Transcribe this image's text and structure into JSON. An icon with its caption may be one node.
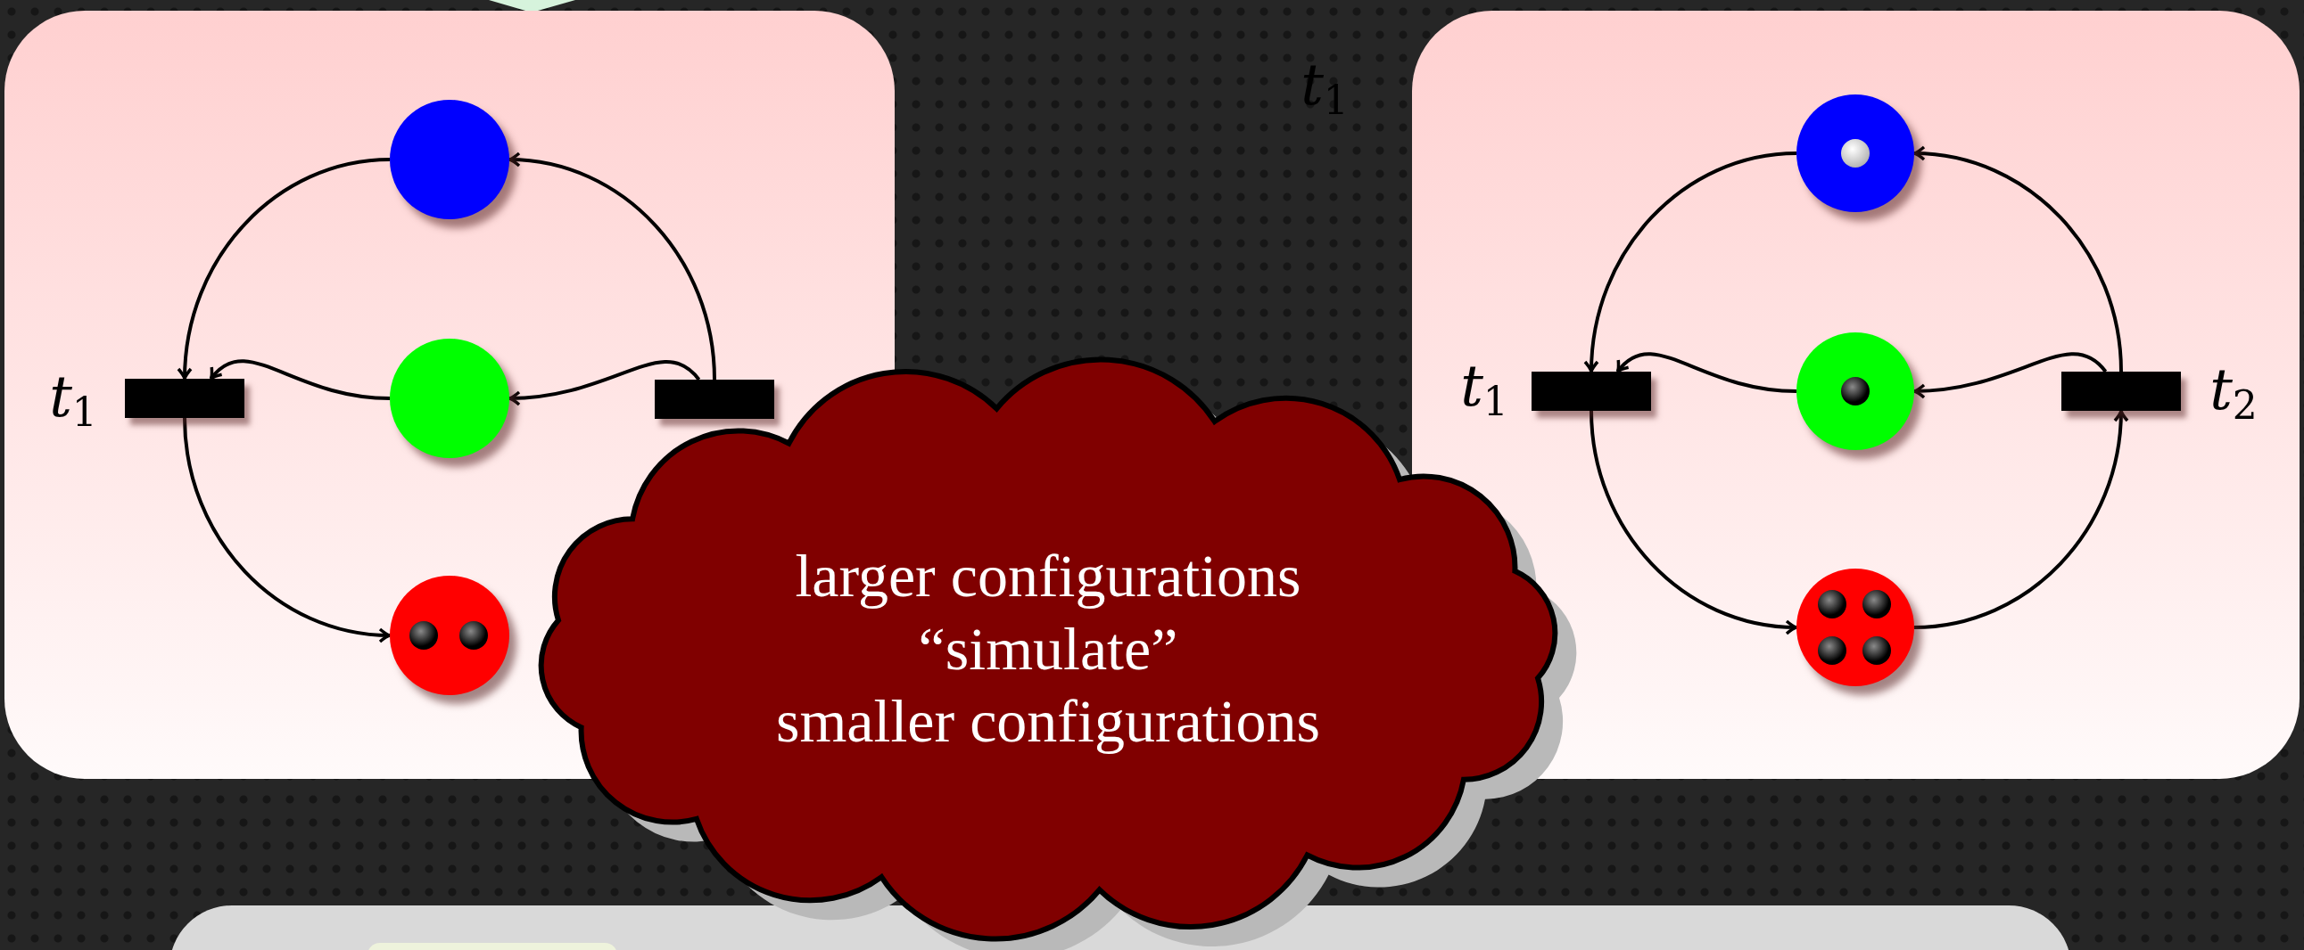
{
  "diagram": {
    "nodes": [
      {
        "text": [],
        "shape": "box"
      },
      {
        "text": [],
        "shape": "circle",
        "in": 0
      },
      {
        "text": [],
        "shape": "circle",
        "in": 0
      },
      {
        "text": [],
        "shape": "circle",
        "in": 0
      },
      {
        "text": [],
        "shape": "bar",
        "in": 0,
        "beside": [
          "*t*$_{1}$"
        ]
      },
      {
        "text": [],
        "shape": "bar",
        "in": 0
      },
      {
        "text": [],
        "shape": "box"
      },
      {
        "text": [],
        "shape": "circle",
        "in": 6
      },
      {
        "text": [],
        "shape": "circle",
        "in": 6
      },
      {
        "text": [],
        "shape": "circle",
        "in": 6
      },
      {
        "text": [],
        "shape": "bar",
        "in": 6,
        "beside": [
          "*t*$_{1}$"
        ]
      },
      {
        "text": [],
        "shape": "bar",
        "in": 6,
        "beside": [
          "*t*$_{2}$"
        ]
      },
      {
        "text": [
          "larger configurations",
          "“simulate”",
          "smaller configurations"
        ]
      },
      {
        "text": [],
        "shape": "box"
      }
    ],
    "edges": [
      {
        "from": 1,
        "to": 4,
        "arrow": "to"
      },
      {
        "from": 5,
        "to": 1,
        "arrow": "to"
      },
      {
        "from": 2,
        "to": 4,
        "arrow": "to"
      },
      {
        "from": 5,
        "to": 2,
        "arrow": "to"
      },
      {
        "from": 4,
        "to": 3,
        "arrow": "to"
      },
      {
        "from": 7,
        "to": 10,
        "arrow": "to"
      },
      {
        "from": 11,
        "to": 7,
        "arrow": "to"
      },
      {
        "from": 8,
        "to": 10,
        "arrow": "to"
      },
      {
        "from": 11,
        "to": 8,
        "arrow": "to"
      },
      {
        "from": 10,
        "to": 9,
        "arrow": "to"
      },
      {
        "from": 9,
        "to": 11,
        "arrow": "to"
      }
    ],
    "labels": [
      "*t*$_{1}$"
    ]
  }
}
